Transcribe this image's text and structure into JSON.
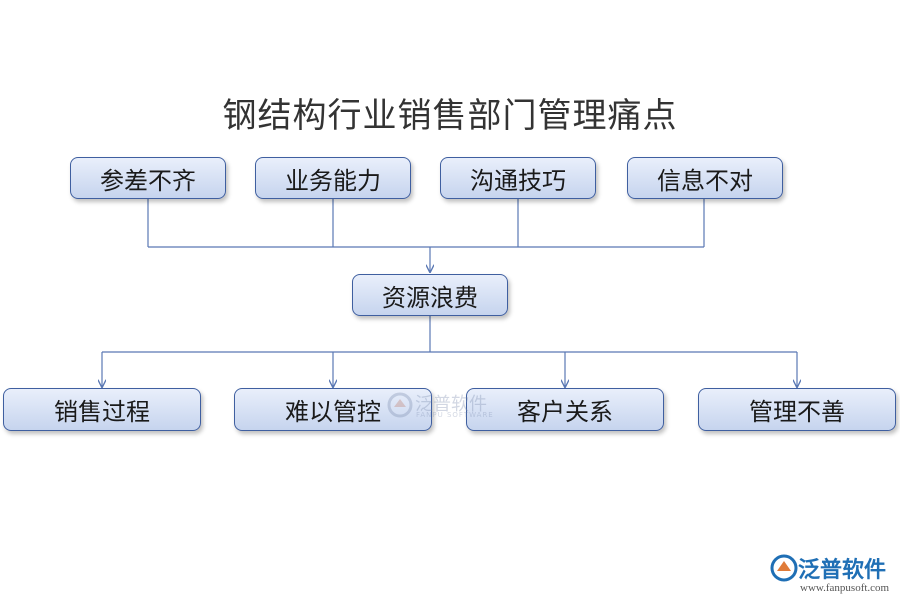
{
  "title": "钢结构行业销售部门管理痛点",
  "causes": [
    "参差不齐",
    "业务能力",
    "沟通技巧",
    "信息不对"
  ],
  "center": "资源浪费",
  "effects": [
    "销售过程",
    "难以管控",
    "客户关系",
    "管理不善"
  ],
  "watermark": {
    "text": "泛普软件",
    "subtext": "FANPU SOFTWARE"
  },
  "logo": {
    "text": "泛普软件",
    "url": "www.fanpusoft.com"
  },
  "colors": {
    "border": "#3f5fa0",
    "line": "#5a78b4",
    "fill_top": "#e9effb",
    "fill_bottom": "#c6d4ee"
  }
}
